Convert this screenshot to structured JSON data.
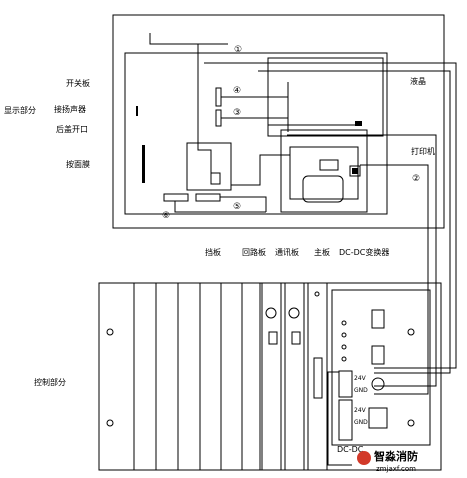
{
  "display": {
    "section_label": "显示部分",
    "switch_board": "开关板",
    "speaker": "接扬声器",
    "rear_cover_opening": "后盖开口",
    "key_membrane": "按面膜",
    "lcd": "液晶",
    "printer": "打印机"
  },
  "control": {
    "section_label": "控制部分",
    "blank_board": "挡板",
    "loop_board": "回路板",
    "comm_board": "通讯板",
    "main_board": "主板",
    "dcdc_converter": "DC-DC变换器",
    "dcdc_short": "DC-DC",
    "terminal_labels": [
      "24V",
      "GND",
      "24V",
      "GND"
    ]
  },
  "markers": [
    "①",
    "②",
    "③",
    "④",
    "⑤",
    "⑥"
  ],
  "watermark": {
    "name": "智淼消防",
    "url": "zmjaxf.com",
    "color": "#d23a2a"
  }
}
